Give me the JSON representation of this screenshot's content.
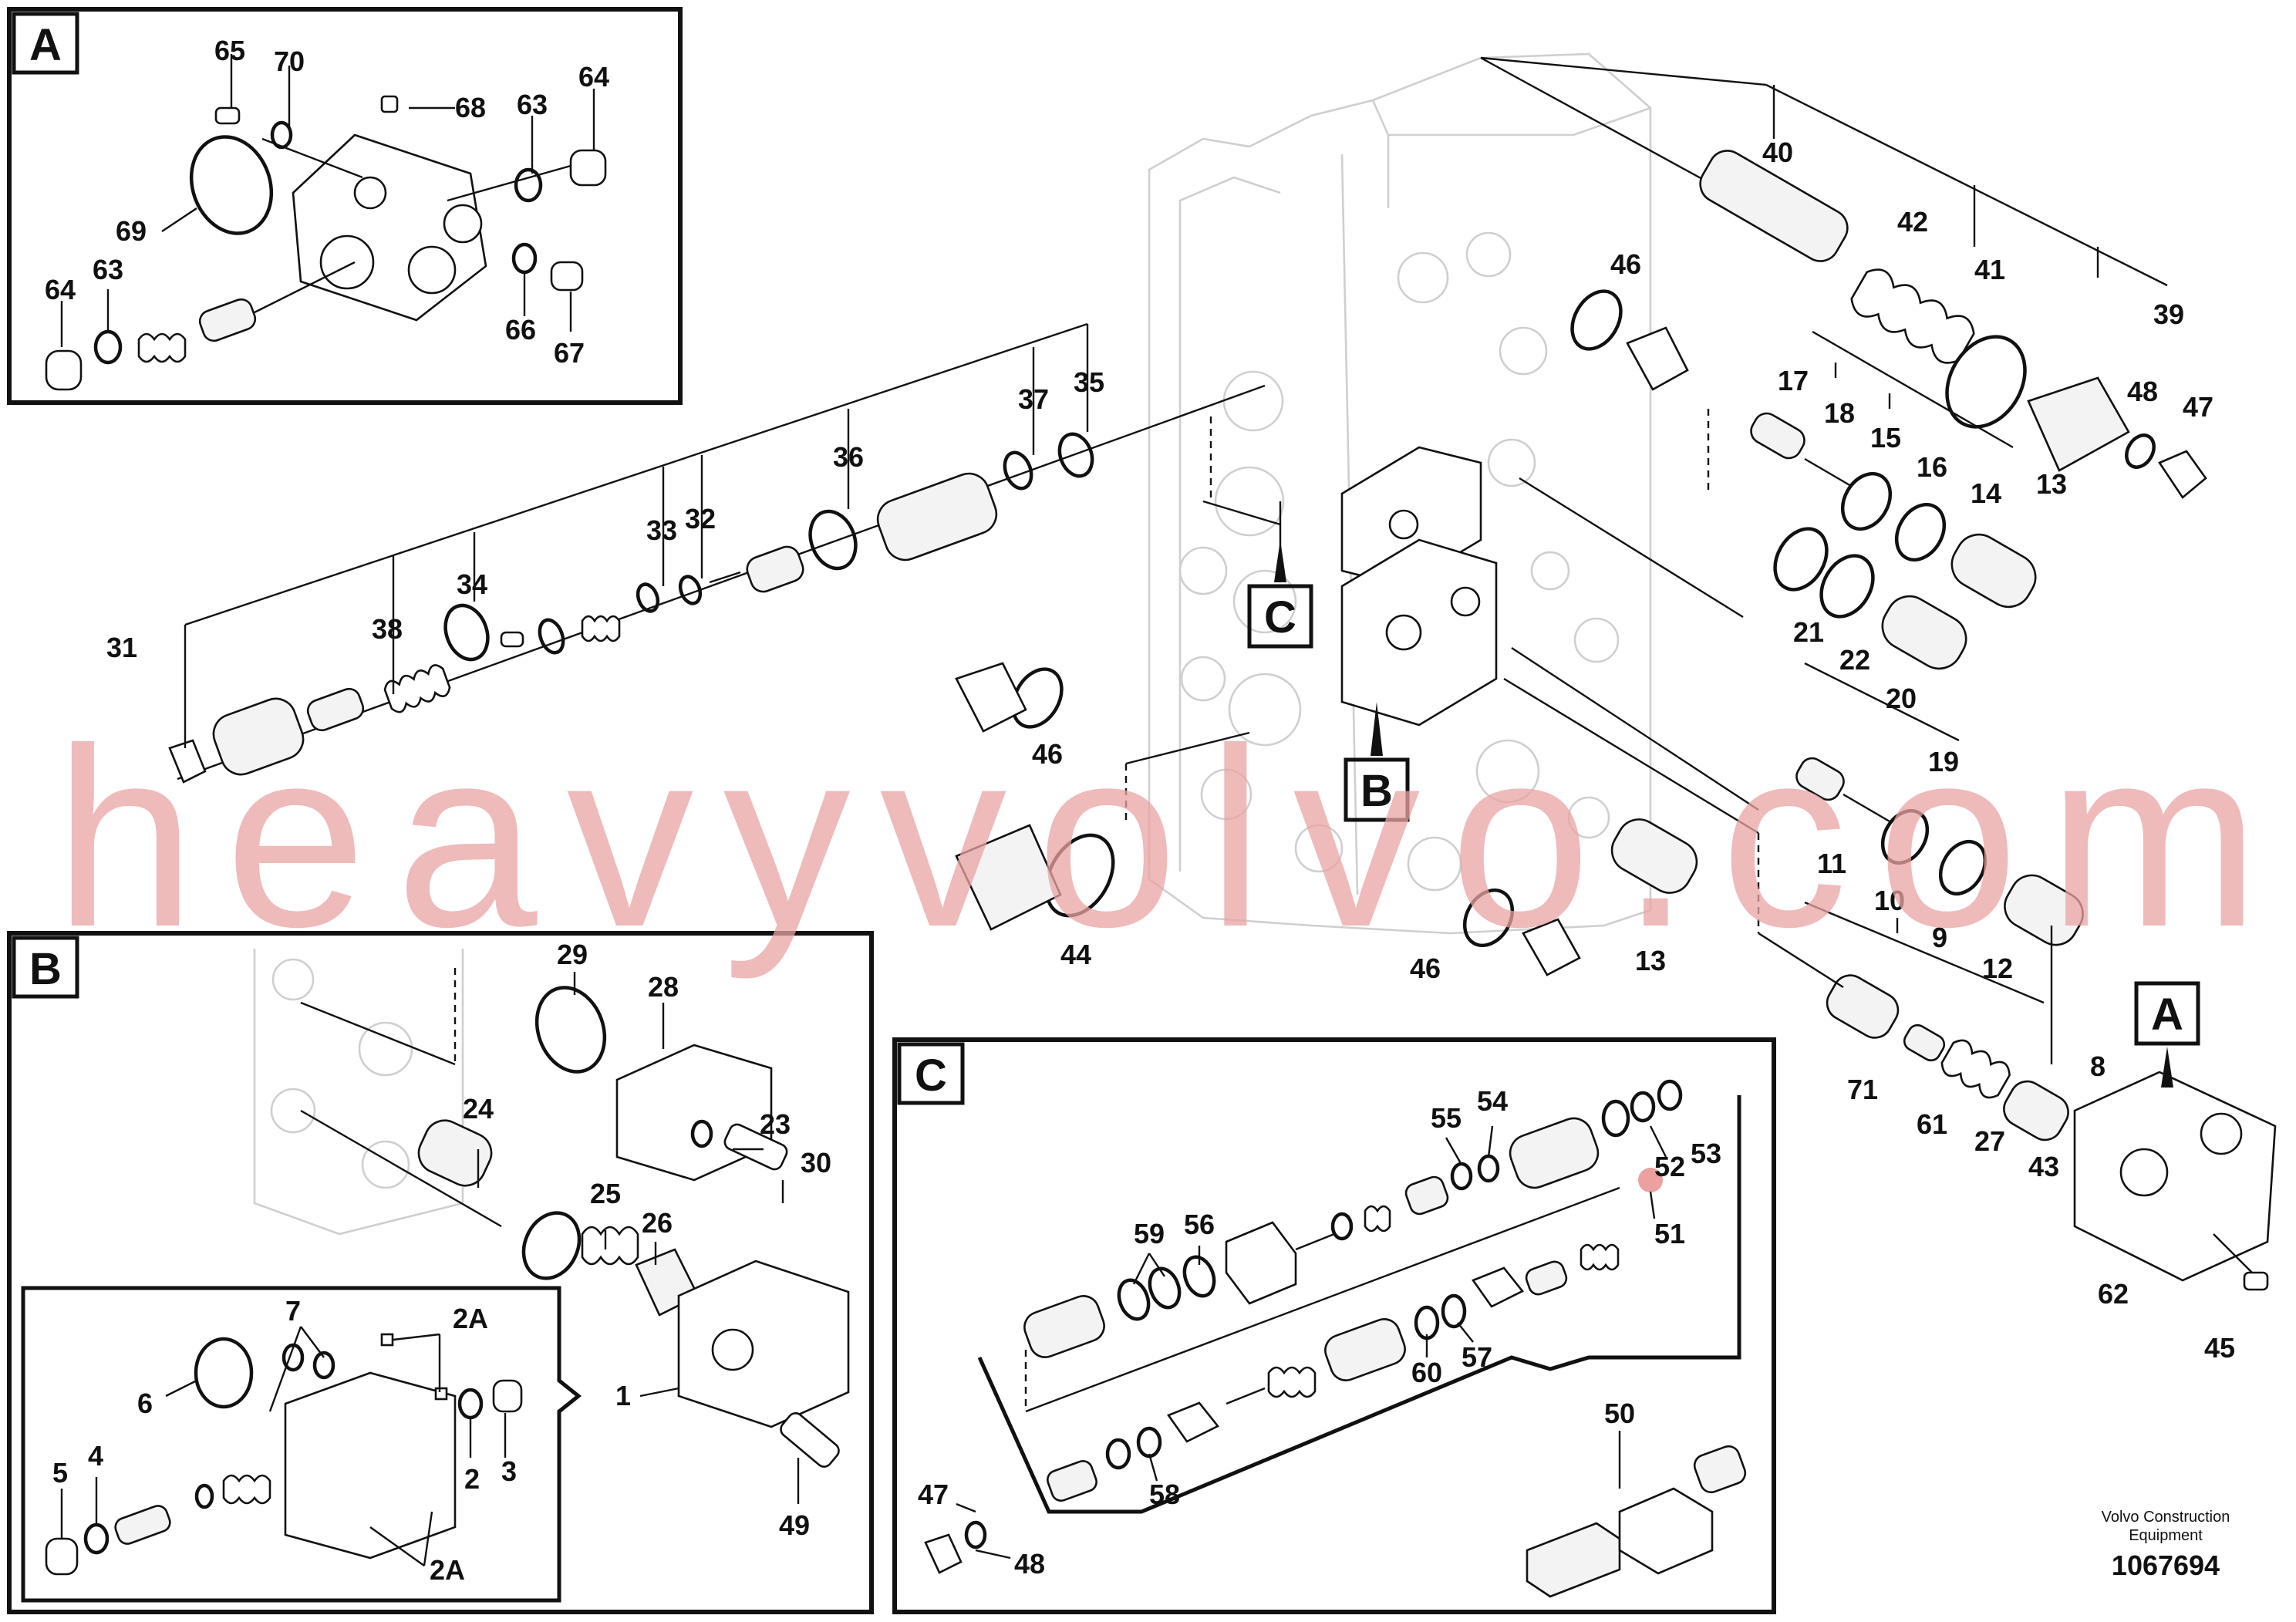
{
  "callouts": {
    "top": [
      "A",
      "B",
      "C"
    ],
    "overview": [
      "C",
      "B",
      "A"
    ]
  },
  "labels": {
    "inset_a": [
      "65",
      "70",
      "68",
      "63",
      "64",
      "69",
      "64",
      "63",
      "66",
      "67"
    ],
    "main": [
      "40",
      "42",
      "41",
      "39",
      "46",
      "17",
      "18",
      "15",
      "16",
      "14",
      "13",
      "48",
      "47",
      "37",
      "35",
      "36",
      "33",
      "32",
      "34",
      "38",
      "31",
      "46",
      "21",
      "22",
      "20",
      "19",
      "11",
      "10",
      "9",
      "12",
      "8",
      "44",
      "13",
      "46",
      "71",
      "61",
      "27",
      "43",
      "62",
      "45"
    ],
    "inset_b": [
      "29",
      "28",
      "24",
      "23",
      "30",
      "25",
      "26",
      "1",
      "49",
      "7",
      "2A",
      "6",
      "2",
      "3",
      "5",
      "4",
      "2A"
    ],
    "inset_c": [
      "54",
      "55",
      "52",
      "53",
      "59",
      "56",
      "51",
      "60",
      "57",
      "50",
      "47",
      "58",
      "48"
    ]
  },
  "watermark": "heavyvolvo.com",
  "footer": {
    "company": "Volvo Construction",
    "company_line2": "Equipment",
    "drawing_number": "1067694"
  }
}
